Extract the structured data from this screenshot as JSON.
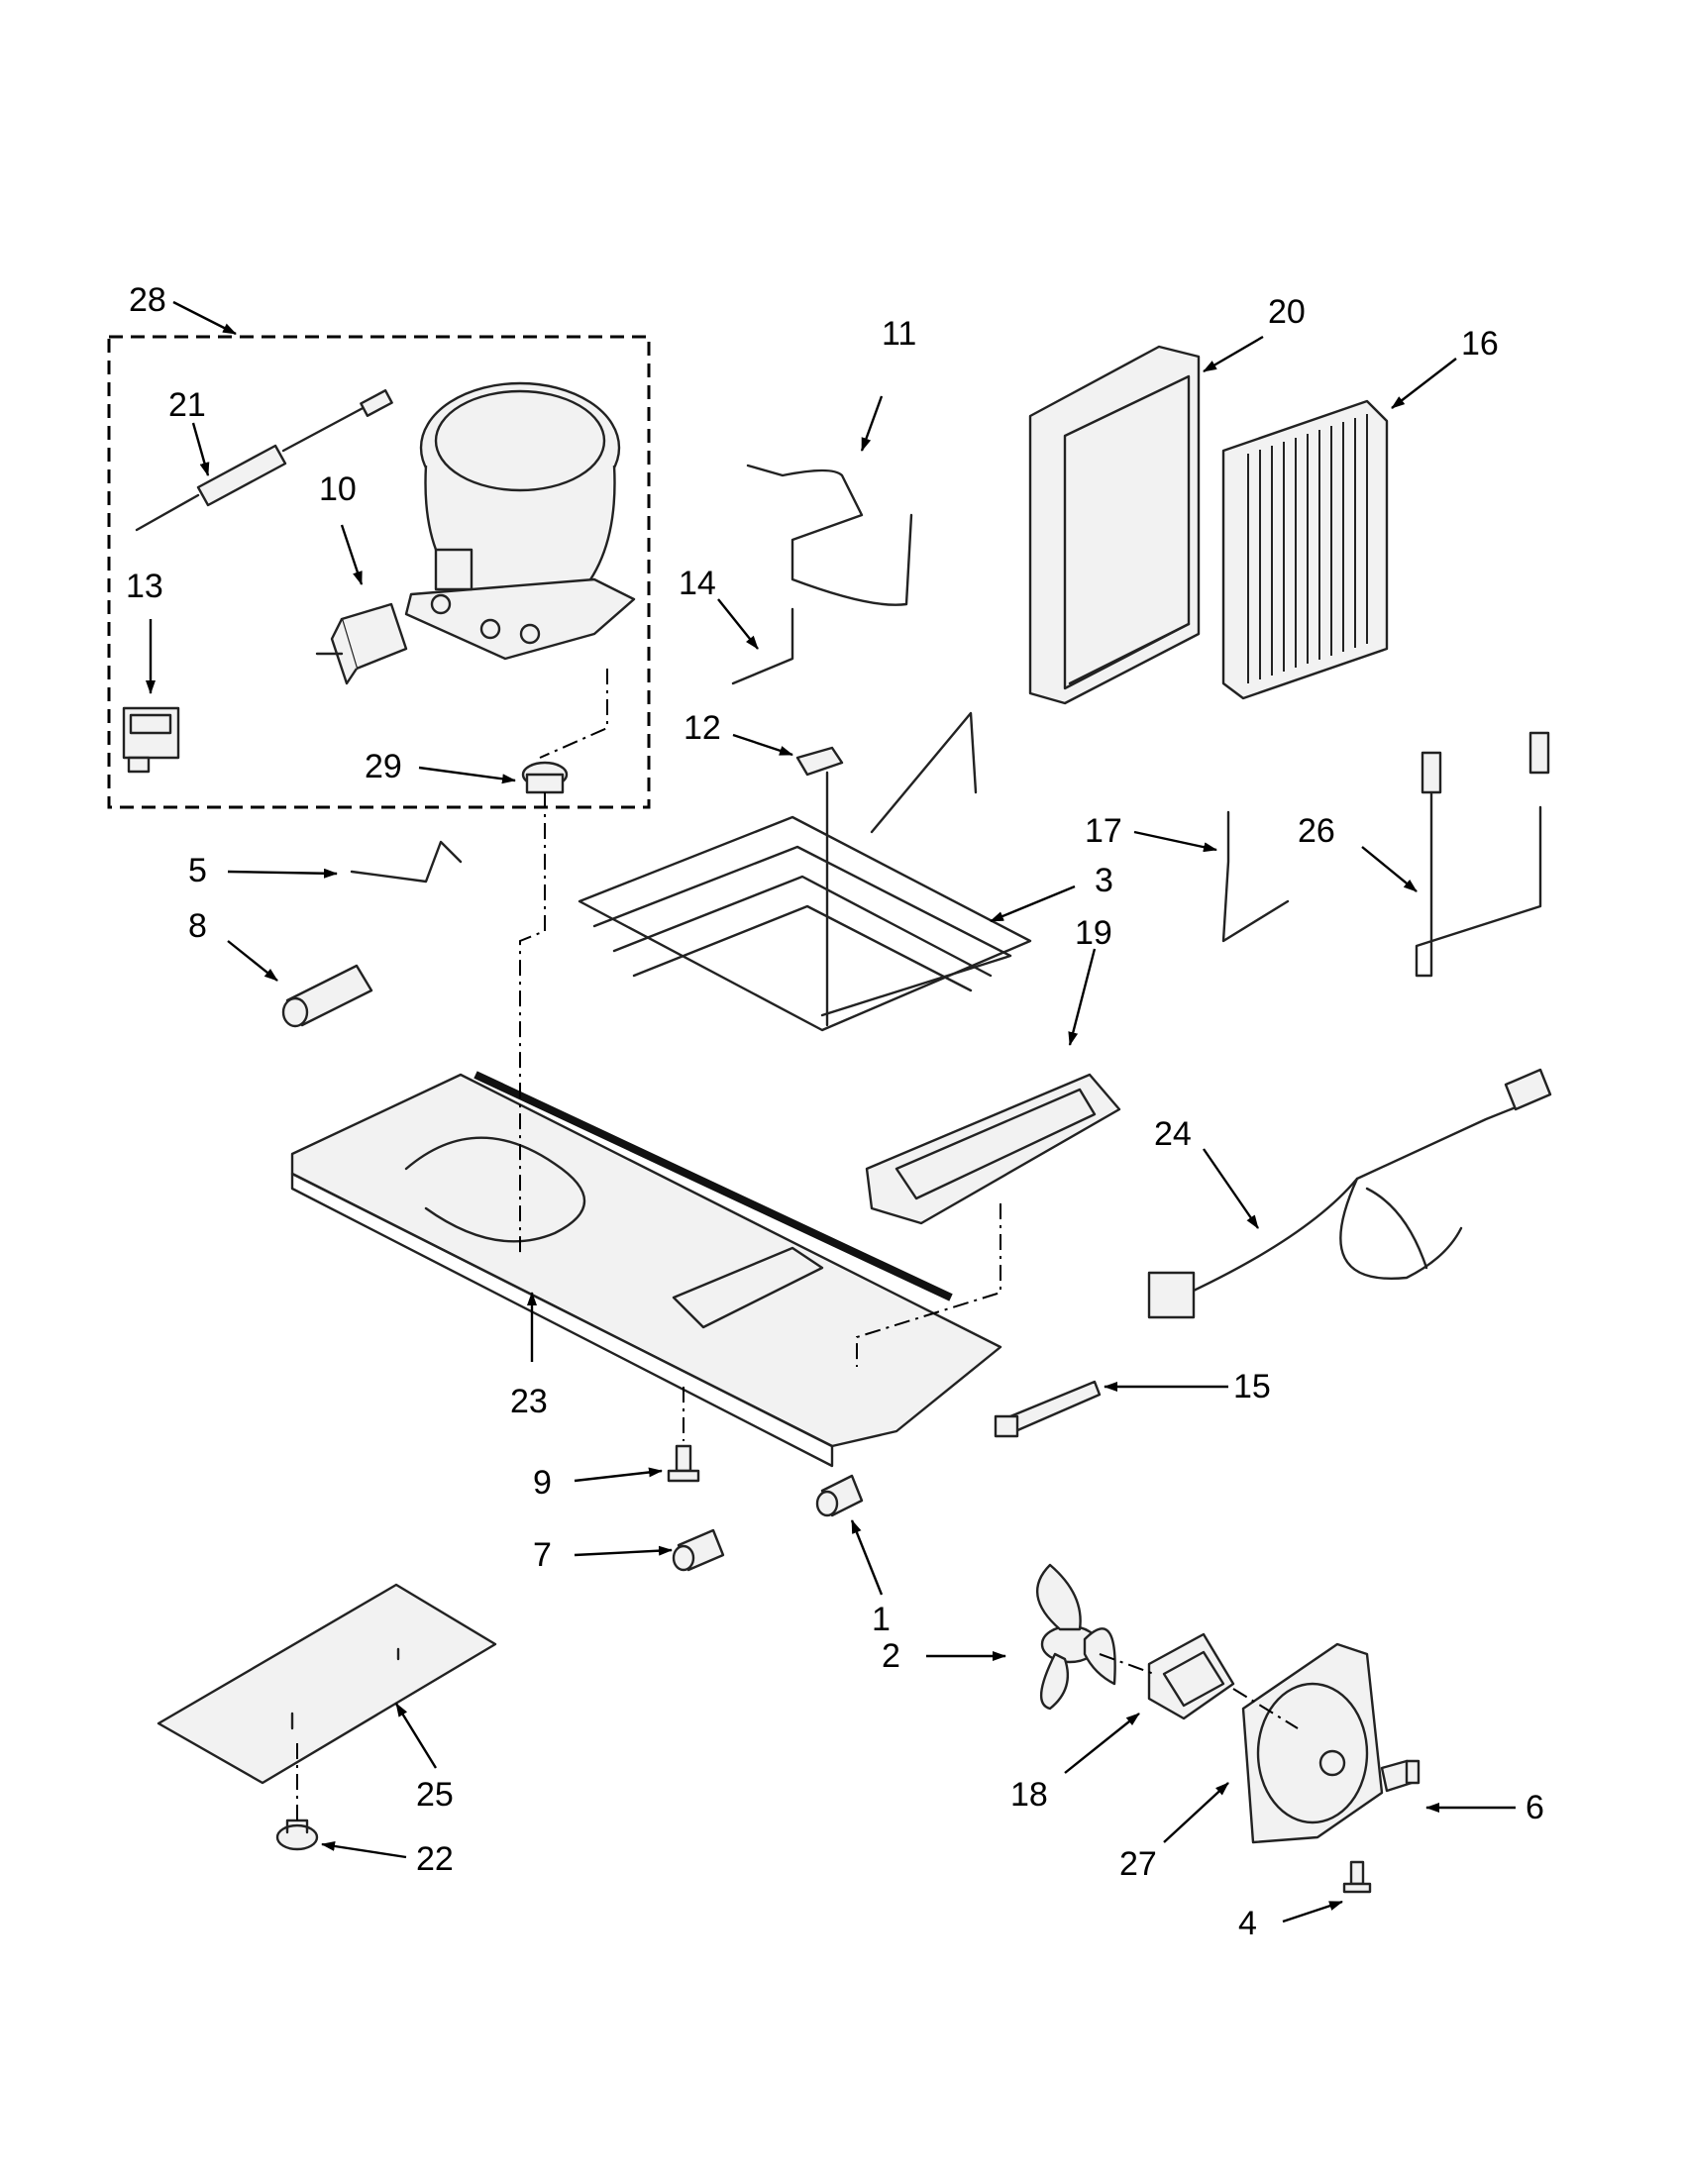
{
  "diagram": {
    "labels": [
      {
        "id": "28",
        "text": "28"
      },
      {
        "id": "21",
        "text": "21"
      },
      {
        "id": "10",
        "text": "10"
      },
      {
        "id": "13",
        "text": "13"
      },
      {
        "id": "29",
        "text": "29"
      },
      {
        "id": "11",
        "text": "11"
      },
      {
        "id": "14",
        "text": "14"
      },
      {
        "id": "12",
        "text": "12"
      },
      {
        "id": "20",
        "text": "20"
      },
      {
        "id": "16",
        "text": "16"
      },
      {
        "id": "17",
        "text": "17"
      },
      {
        "id": "26",
        "text": "26"
      },
      {
        "id": "3",
        "text": "3"
      },
      {
        "id": "19",
        "text": "19"
      },
      {
        "id": "5",
        "text": "5"
      },
      {
        "id": "8",
        "text": "8"
      },
      {
        "id": "24",
        "text": "24"
      },
      {
        "id": "23",
        "text": "23"
      },
      {
        "id": "15",
        "text": "15"
      },
      {
        "id": "9",
        "text": "9"
      },
      {
        "id": "7",
        "text": "7"
      },
      {
        "id": "1",
        "text": "1"
      },
      {
        "id": "2",
        "text": "2"
      },
      {
        "id": "18",
        "text": "18"
      },
      {
        "id": "6",
        "text": "6"
      },
      {
        "id": "27",
        "text": "27"
      },
      {
        "id": "4",
        "text": "4"
      },
      {
        "id": "25",
        "text": "25"
      },
      {
        "id": "22",
        "text": "22"
      }
    ]
  }
}
